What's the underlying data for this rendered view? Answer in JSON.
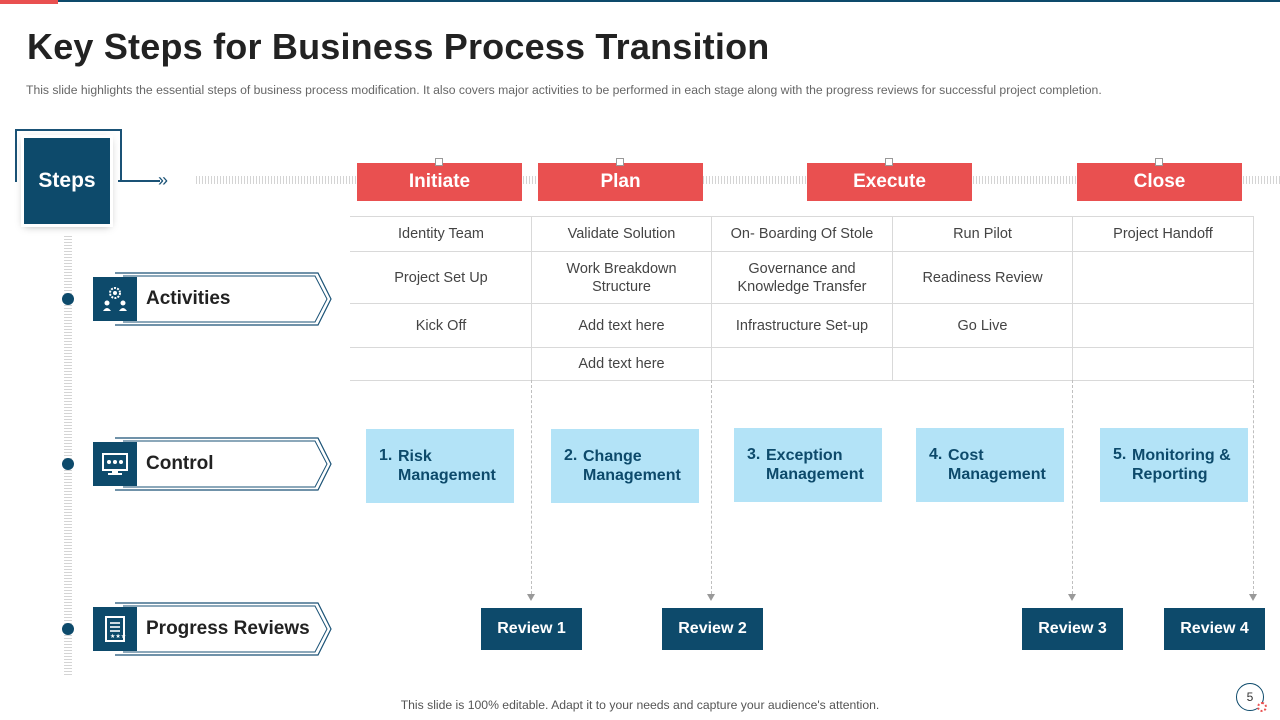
{
  "slide": {
    "title": "Key Steps for Business Process Transition",
    "subtitle": "This slide highlights the essential steps of business process modification. It also covers major activities to be performed in each stage along with the progress reviews for successful project completion.",
    "steps_label": "Steps",
    "stages": [
      "Initiate",
      "Plan",
      "Execute",
      "Close"
    ],
    "rows": {
      "activities": "Activities",
      "control": "Control",
      "progress_reviews": "Progress Reviews"
    },
    "activities": {
      "col1": [
        "Identity Team",
        "Project Set Up",
        "Kick Off"
      ],
      "col2": [
        "Validate Solution",
        "Work Breakdown Structure",
        "Add text here",
        "Add text here"
      ],
      "col3": [
        "On- Boarding Of Stole",
        "Governance and Knowledge Transfer",
        "Infrastructure Set-up"
      ],
      "col4": [
        "Run Pilot",
        "Readiness Review",
        "Go Live"
      ],
      "col5": [
        "Project Handoff"
      ]
    },
    "controls": [
      {
        "num": "1.",
        "label": "Risk Management"
      },
      {
        "num": "2.",
        "label": "Change Management"
      },
      {
        "num": "3.",
        "label": "Exception Management"
      },
      {
        "num": "4.",
        "label": "Cost Management"
      },
      {
        "num": "5.",
        "label": "Monitoring & Reporting"
      }
    ],
    "reviews": [
      "Review 1",
      "Review 2",
      "Review 3",
      "Review 4"
    ],
    "footer": "This slide is 100% editable. Adapt it to your needs and capture your audience's attention.",
    "page_number": "5",
    "colors": {
      "accent_red": "#e95050",
      "navy": "#0d4a6b",
      "light_blue": "#b3e3f7"
    }
  }
}
